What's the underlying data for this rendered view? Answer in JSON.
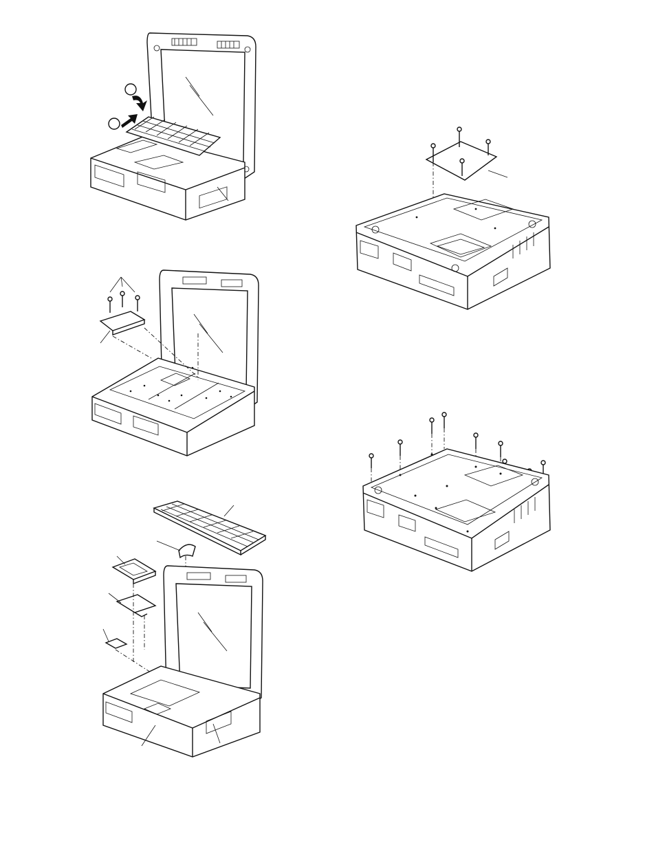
{
  "page": {
    "title": "",
    "figures": [
      {
        "id": "fig-keyboard-lift",
        "step_markers": [
          "",
          ""
        ]
      },
      {
        "id": "fig-cover-removal"
      },
      {
        "id": "fig-keyboard-exploded"
      },
      {
        "id": "fig-bottom-cover"
      },
      {
        "id": "fig-bottom-screws"
      }
    ]
  },
  "colors": {
    "line": "#111111",
    "paper": "#ffffff"
  }
}
